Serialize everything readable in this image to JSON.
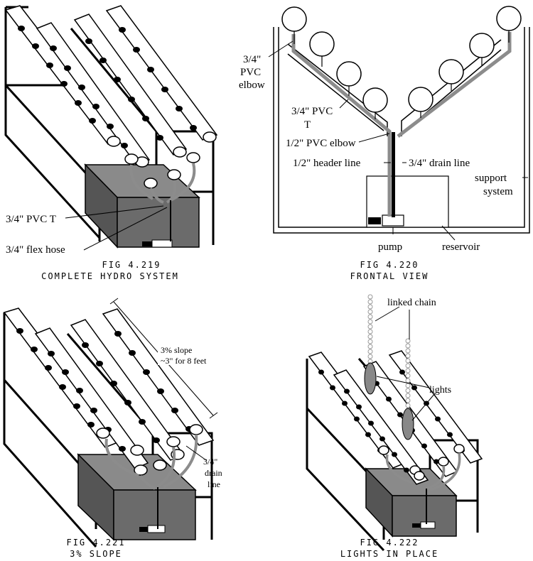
{
  "figures": [
    {
      "id": "fig-4-219",
      "number": "FIG 4.219",
      "caption": "COMPLETE HYDRO SYSTEM",
      "labels": [
        "3/4\" PVC T",
        "3/4\" flex hose"
      ]
    },
    {
      "id": "fig-4-220",
      "number": "FIG 4.220",
      "caption": "FRONTAL VIEW",
      "labels": {
        "elbow_34_line1": "3/4\"",
        "elbow_34_line2": "PVC",
        "elbow_34_line3": "elbow",
        "t_34_line1": "3/4\" PVC",
        "t_34_line2": "T",
        "elbow_12": "1/2\" PVC elbow",
        "header_line": "1/2\" header line",
        "drain_line": "3/4\" drain line",
        "support_line1": "support",
        "support_line2": "system",
        "pump": "pump",
        "reservoir": "reservoir"
      }
    },
    {
      "id": "fig-4-221",
      "number": "FIG 4.221",
      "caption": "3% SLOPE",
      "labels": {
        "slope_line1": "3% slope",
        "slope_line2": "~3\" for 8 feet",
        "drain_line1": "3/4\"",
        "drain_line2": "drain",
        "drain_line3": "line"
      }
    },
    {
      "id": "fig-4-222",
      "number": "FIG 4.222",
      "caption": "LIGHTS IN PLACE",
      "labels": {
        "chain": "linked chain",
        "lights": "lights"
      }
    }
  ],
  "colors": {
    "line": "#000000",
    "reservoir_fill": "#6b6b6b",
    "reservoir_top": "#8a8a8a",
    "pipe_gray": "#8c8c8c",
    "plant_hole": "#000000",
    "lamp_gray": "#888888"
  }
}
